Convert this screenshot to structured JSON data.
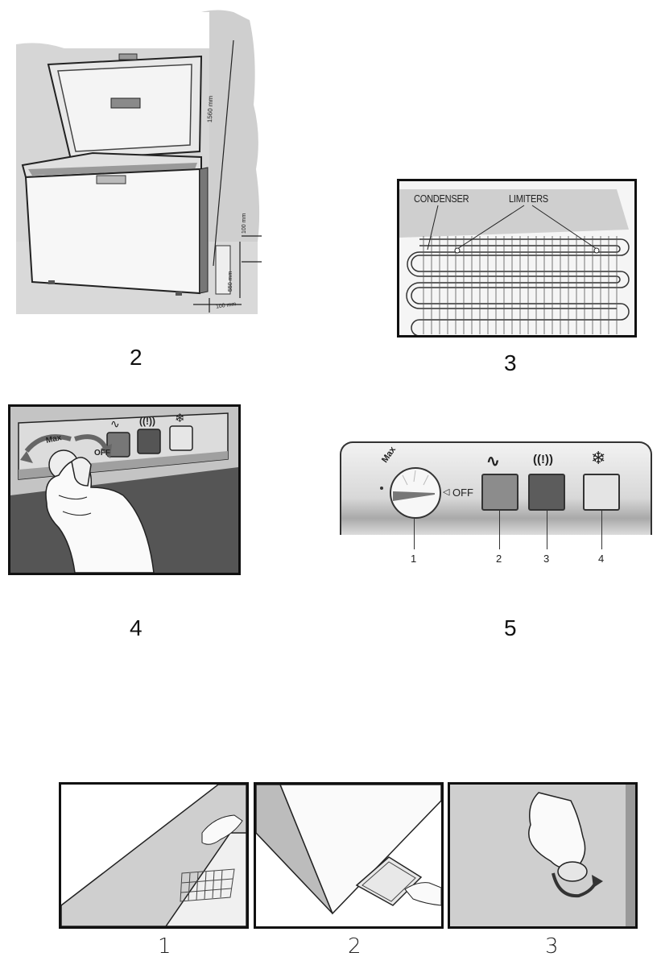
{
  "figures": {
    "fig2": {
      "number": "2",
      "dim_height": "1560 mm",
      "dim_top": "100 mm",
      "dim_side": "550 mm",
      "dim_bottom": "100 mm"
    },
    "fig3": {
      "number": "3",
      "condenser_label": "CONDENSER",
      "limiters_label": "LIMITERS"
    },
    "fig4": {
      "number": "4",
      "knob_text": "Max",
      "off_text": "OFF"
    },
    "fig5": {
      "number": "5",
      "knob_text": "Max",
      "off_text": "OFF",
      "callouts": [
        "1",
        "2",
        "3",
        "4"
      ]
    },
    "steps": [
      "1",
      "2",
      "3"
    ]
  },
  "colors": {
    "panel_gray": "#b9b9b9",
    "dark_square": "#5c5c5c",
    "mid_square": "#8a8a8a",
    "light_square": "#dcdcdc"
  }
}
